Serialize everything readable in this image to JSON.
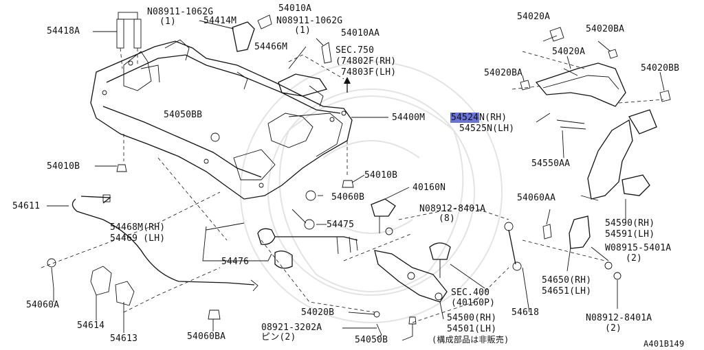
{
  "diagram_code": "A401B149",
  "highlight_color": "#6a74d8",
  "labels": {
    "p54418A": "54418A",
    "p08911_1": "N08911-1062G",
    "p08911_1_qty": "(1)",
    "p54414M": "54414M",
    "p54010A": "54010A",
    "p08911_2": "N08911-1062G",
    "p08911_2_qty": "(1)",
    "p54010AA": "54010AA",
    "p54466M": "54466M",
    "sec750": "SEC.750",
    "p74802F": "(74802F(RH)",
    "p74803F": "74803F(LH)",
    "p54020A_1": "54020A",
    "p54020BA_1": "54020BA",
    "p54020A_2": "54020A",
    "p54020BA_2": "54020BA",
    "p54020BB": "54020BB",
    "p54524N": "54524",
    "p54524N_suffix": "N(RH)",
    "p54525N": "54525N(LH)",
    "p54050BB": "54050BB",
    "p54400M": "54400M",
    "p54010B_1": "54010B",
    "p54010B_2": "54010B",
    "p54550AA": "54550AA",
    "p54060B": "54060B",
    "p40160N": "40160N",
    "p54611": "54611",
    "p54060AA": "54060AA",
    "p08912_1": "N08912-8401A",
    "p08912_1_qty": "(8)",
    "p54468M": "54468M(RH)",
    "p54469": "54469 (LH)",
    "p54475": "54475",
    "p54590": "54590(RH)",
    "p54591": "54591(LH)",
    "p08915": "W08915-5401A",
    "p08915_qty": "(2)",
    "p54476": "54476",
    "p54060A": "54060A",
    "sec400": "SEC.400",
    "p40160P": "(40160P)",
    "p54650": "54650(RH)",
    "p54651": "54651(LH)",
    "p54020B": "54020B",
    "p54618": "54618",
    "p54614": "54614",
    "p08921": "08921-3202A",
    "p08921_sub": "ピン(2)",
    "p54500": "54500(RH)",
    "p54501": "54501(LH)",
    "p08912_2": "N08912-8401A",
    "p08912_2_qty": "(2)",
    "p54613": "54613",
    "p54060BA": "54060BA",
    "p54050B": "54050B",
    "note_jp": "(構成部品は非販売)"
  }
}
